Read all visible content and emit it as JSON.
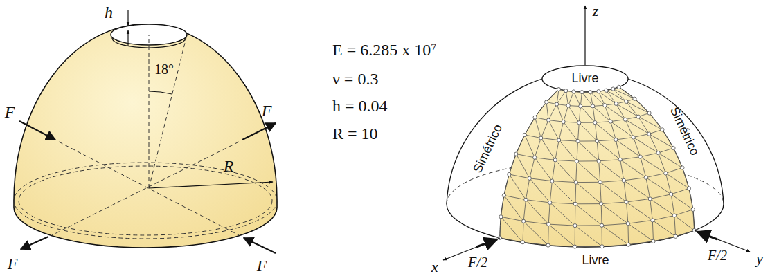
{
  "diagram": {
    "labels": [
      "h",
      "18°",
      "F",
      "F",
      "F",
      "F",
      "R",
      "E = 6.285 x 10⁷",
      "ν = 0.3",
      "h = 0.04",
      "R = 10",
      "z",
      "Livre",
      "Simétrico",
      "Simétrico",
      "Livre",
      "x",
      "F/2",
      "y",
      "F/2"
    ]
  }
}
